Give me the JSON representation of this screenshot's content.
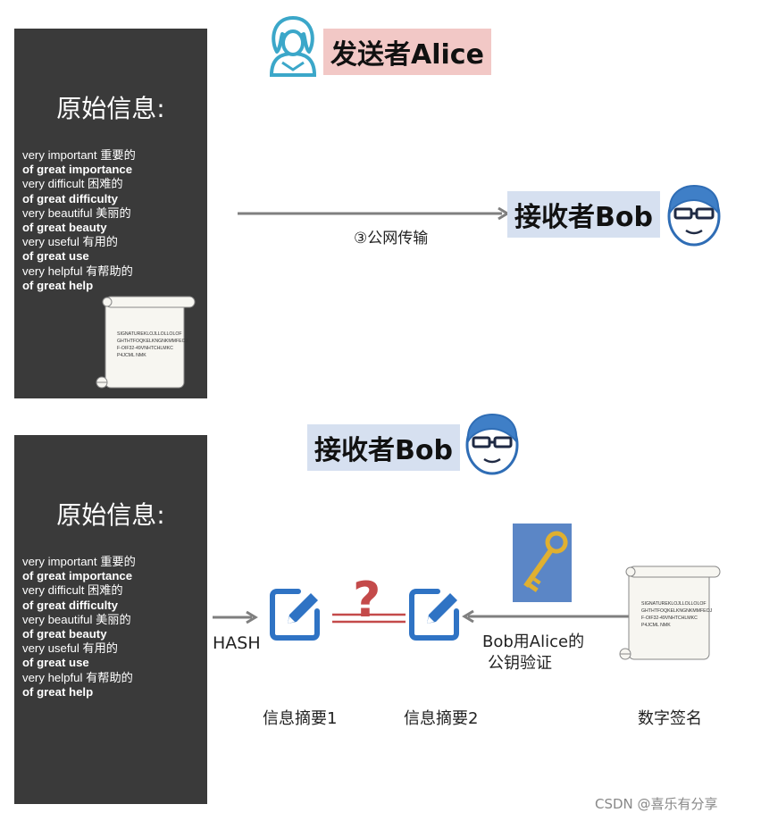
{
  "top": {
    "panel_title": "原始信息:",
    "lines": [
      {
        "text": "very important 重要的",
        "bold": false
      },
      {
        "text": "of great importance",
        "bold": true
      },
      {
        "text": "very difficult 困难的",
        "bold": false
      },
      {
        "text": "of great difficulty",
        "bold": true
      },
      {
        "text": "very beautiful 美丽的",
        "bold": false
      },
      {
        "text": "of great beauty",
        "bold": true
      },
      {
        "text": "very useful 有用的",
        "bold": false
      },
      {
        "text": "of great use",
        "bold": true
      },
      {
        "text": "very helpful 有帮助的",
        "bold": false
      },
      {
        "text": "of great help",
        "bold": true
      }
    ],
    "scroll_text": [
      "SIGNATUREKLOJLLOLLOLOF",
      "GHTHTFOQKELKNGNKMMFEOJ",
      "F-OIF32-49VNHTCHLMKC",
      "P4JCML NMK"
    ],
    "sender_label": "发送者Alice",
    "receiver_label": "接收者Bob",
    "transfer_label": "③公网传输",
    "colors": {
      "sender_bg": "#f2c8c6",
      "receiver_bg": "#d6e0f0"
    }
  },
  "bottom": {
    "panel_title": "原始信息:",
    "lines": [
      {
        "text": "very important 重要的",
        "bold": false
      },
      {
        "text": "of great importance",
        "bold": true
      },
      {
        "text": "very difficult 困难的",
        "bold": false
      },
      {
        "text": "of great difficulty",
        "bold": true
      },
      {
        "text": "very beautiful 美丽的",
        "bold": false
      },
      {
        "text": "of great beauty",
        "bold": true
      },
      {
        "text": "very useful 有用的",
        "bold": false
      },
      {
        "text": "of great use",
        "bold": true
      },
      {
        "text": "very helpful 有帮助的",
        "bold": false
      },
      {
        "text": "of great help",
        "bold": true
      }
    ],
    "receiver_label": "接收者Bob",
    "hash_label": "HASH",
    "question_mark": "?",
    "digest1_label": "信息摘要1",
    "digest2_label": "信息摘要2",
    "verify_line1": "Bob用Alice的",
    "verify_line2": "公钥验证",
    "signature_label": "数字签名",
    "scroll_text": [
      "SIGNATUREKLOJLLOLLOLOF",
      "GHTHTFOQKELKNGNKMMFEOJ",
      "F-OIF32-49VNHTCHLMKC",
      "P4JCML NMK"
    ]
  },
  "watermark": "CSDN @喜乐有分享"
}
